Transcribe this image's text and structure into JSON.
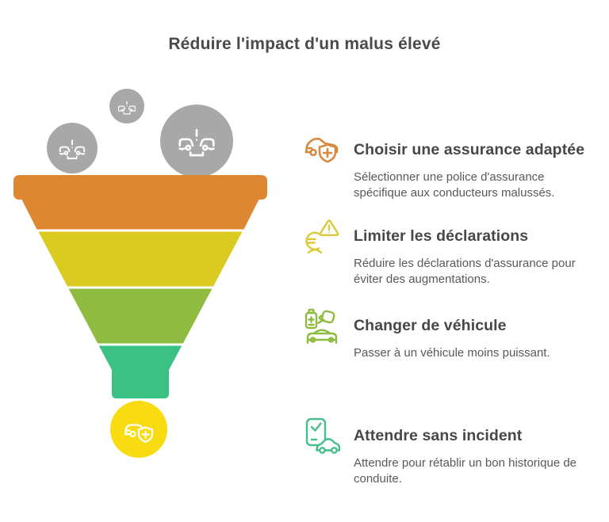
{
  "title": "Réduire l'impact d'un malus élevé",
  "colors": {
    "bubble_gray": "#a8a8a8",
    "heading_text": "#474747",
    "body_text": "#595959"
  },
  "funnel": {
    "bubble_icon": "car-collision-icon",
    "segment_colors": [
      "#de8733",
      "#dbca20",
      "#8fbc40",
      "#3cc184"
    ],
    "outlet_color": "#f8db10",
    "outlet_icon": "car-shield-icon"
  },
  "steps": [
    {
      "icon": "car-shield-icon",
      "icon_color": "#d78940",
      "title": "Choisir une assurance adaptée",
      "description": "Sélectionner une police d'assurance spécifique aux conducteurs malussés."
    },
    {
      "icon": "claim-warning-icon",
      "icon_color": "#dcc937",
      "title": "Limiter les déclarations",
      "description": "Réduire les déclarations d'assurance pour éviter des augmentations."
    },
    {
      "icon": "ev-car-icon",
      "icon_color": "#8fbc40",
      "title": "Changer de véhicule",
      "description": "Passer à un véhicule moins puissant."
    },
    {
      "icon": "phone-check-car-icon",
      "icon_color": "#44be8a",
      "title": "Attendre sans incident",
      "description": "Attendre pour rétablir un bon historique de conduite."
    }
  ]
}
